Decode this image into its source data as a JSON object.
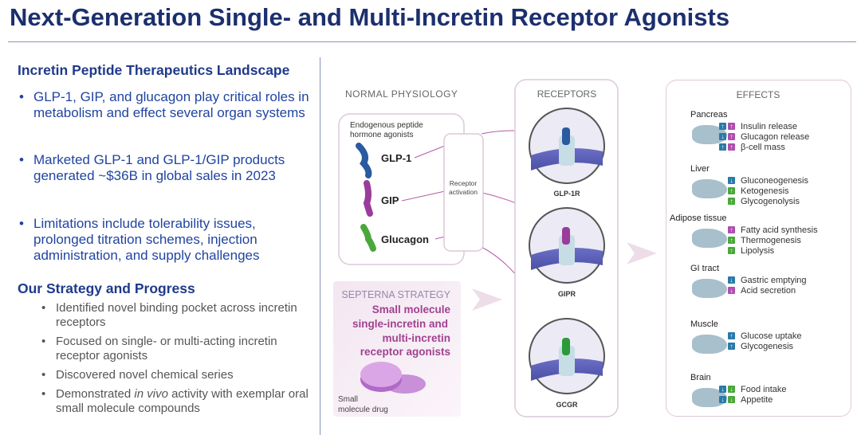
{
  "title": "Next-Generation Single- and Multi-Incretin Receptor Agonists",
  "left": {
    "heading1": "Incretin Peptide Therapeutics Landscape",
    "bullets": [
      "GLP-1, GIP, and glucagon play critical roles in metabolism and effect several organ systems",
      "Marketed GLP-1 and GLP-1/GIP products generated ~$36B in global sales in 2023",
      "Limitations include tolerability issues, prolonged titration schemes, injection administration, and supply challenges"
    ],
    "heading2": "Our Strategy and Progress",
    "sub_bullets": [
      "Identified novel binding pocket across incretin receptors",
      "Focused on single- or multi-acting incretin receptor agonists",
      "Discovered novel chemical series",
      {
        "pre": "Demonstrated ",
        "em": "in vivo",
        "post": " activity with exemplar oral small molecule compounds"
      }
    ]
  },
  "diagram": {
    "normal_label": "NORMAL PHYSIOLOGY",
    "endogenous_label_1": "Endogenous peptide",
    "endogenous_label_2": "hormone agonists",
    "hormones": [
      "GLP-1",
      "GIP",
      "Glucagon"
    ],
    "activation_1": "Receptor",
    "activation_2": "activation",
    "receptors_label": "RECEPTORS",
    "receptors": [
      "GLP-1R",
      "GIPR",
      "GCGR"
    ],
    "strategy_label": "SEPTERNA STRATEGY",
    "strategy_lines": [
      "Small molecule",
      "single-incretin and",
      "multi-incretin",
      "receptor agonists"
    ],
    "drug_label_1": "Small",
    "drug_label_2": "molecule drug",
    "colors": {
      "glp1": "#2a7aa8",
      "gip": "#b04eb0",
      "glucagon": "#4aa83a",
      "arrow": "#b45aa8"
    }
  },
  "effects": {
    "label": "EFFECTS",
    "organs": [
      {
        "name": "Pancreas",
        "items": [
          {
            "text": "Insulin release",
            "arrows": [
              [
                "blue",
                "↑"
              ],
              [
                "mag",
                "↑"
              ]
            ]
          },
          {
            "text": "Glucagon release",
            "arrows": [
              [
                "blue",
                "↓"
              ],
              [
                "mag",
                "↑"
              ]
            ]
          },
          {
            "text": "β-cell mass",
            "arrows": [
              [
                "blue",
                "↑"
              ],
              [
                "mag",
                "↑"
              ]
            ]
          }
        ]
      },
      {
        "name": "Liver",
        "items": [
          {
            "text": "Gluconeogenesis",
            "arrows": [
              [
                "blue",
                "↓"
              ]
            ]
          },
          {
            "text": "Ketogenesis",
            "arrows": [
              [
                "green",
                "↑"
              ]
            ]
          },
          {
            "text": "Glycogenolysis",
            "arrows": [
              [
                "green",
                "↑"
              ]
            ]
          }
        ]
      },
      {
        "name": "Adipose tissue",
        "items": [
          {
            "text": "Fatty acid synthesis",
            "arrows": [
              [
                "mag",
                "↑"
              ]
            ]
          },
          {
            "text": "Thermogenesis",
            "arrows": [
              [
                "green",
                "↑"
              ]
            ]
          },
          {
            "text": "Lipolysis",
            "arrows": [
              [
                "green",
                "↑"
              ]
            ]
          }
        ]
      },
      {
        "name": "GI tract",
        "items": [
          {
            "text": "Gastric emptying",
            "arrows": [
              [
                "blue",
                "↓"
              ]
            ]
          },
          {
            "text": "Acid secretion",
            "arrows": [
              [
                "mag",
                "↓"
              ]
            ]
          }
        ]
      },
      {
        "name": "Muscle",
        "items": [
          {
            "text": "Glucose uptake",
            "arrows": [
              [
                "blue",
                "↑"
              ]
            ]
          },
          {
            "text": "Glycogenesis",
            "arrows": [
              [
                "blue",
                "↑"
              ]
            ]
          }
        ]
      },
      {
        "name": "Brain",
        "items": [
          {
            "text": "Food intake",
            "arrows": [
              [
                "blue",
                "↓"
              ],
              [
                "green",
                "↓"
              ]
            ]
          },
          {
            "text": "Appetite",
            "arrows": [
              [
                "blue",
                "↓"
              ],
              [
                "green",
                "↓"
              ]
            ]
          }
        ]
      }
    ]
  }
}
